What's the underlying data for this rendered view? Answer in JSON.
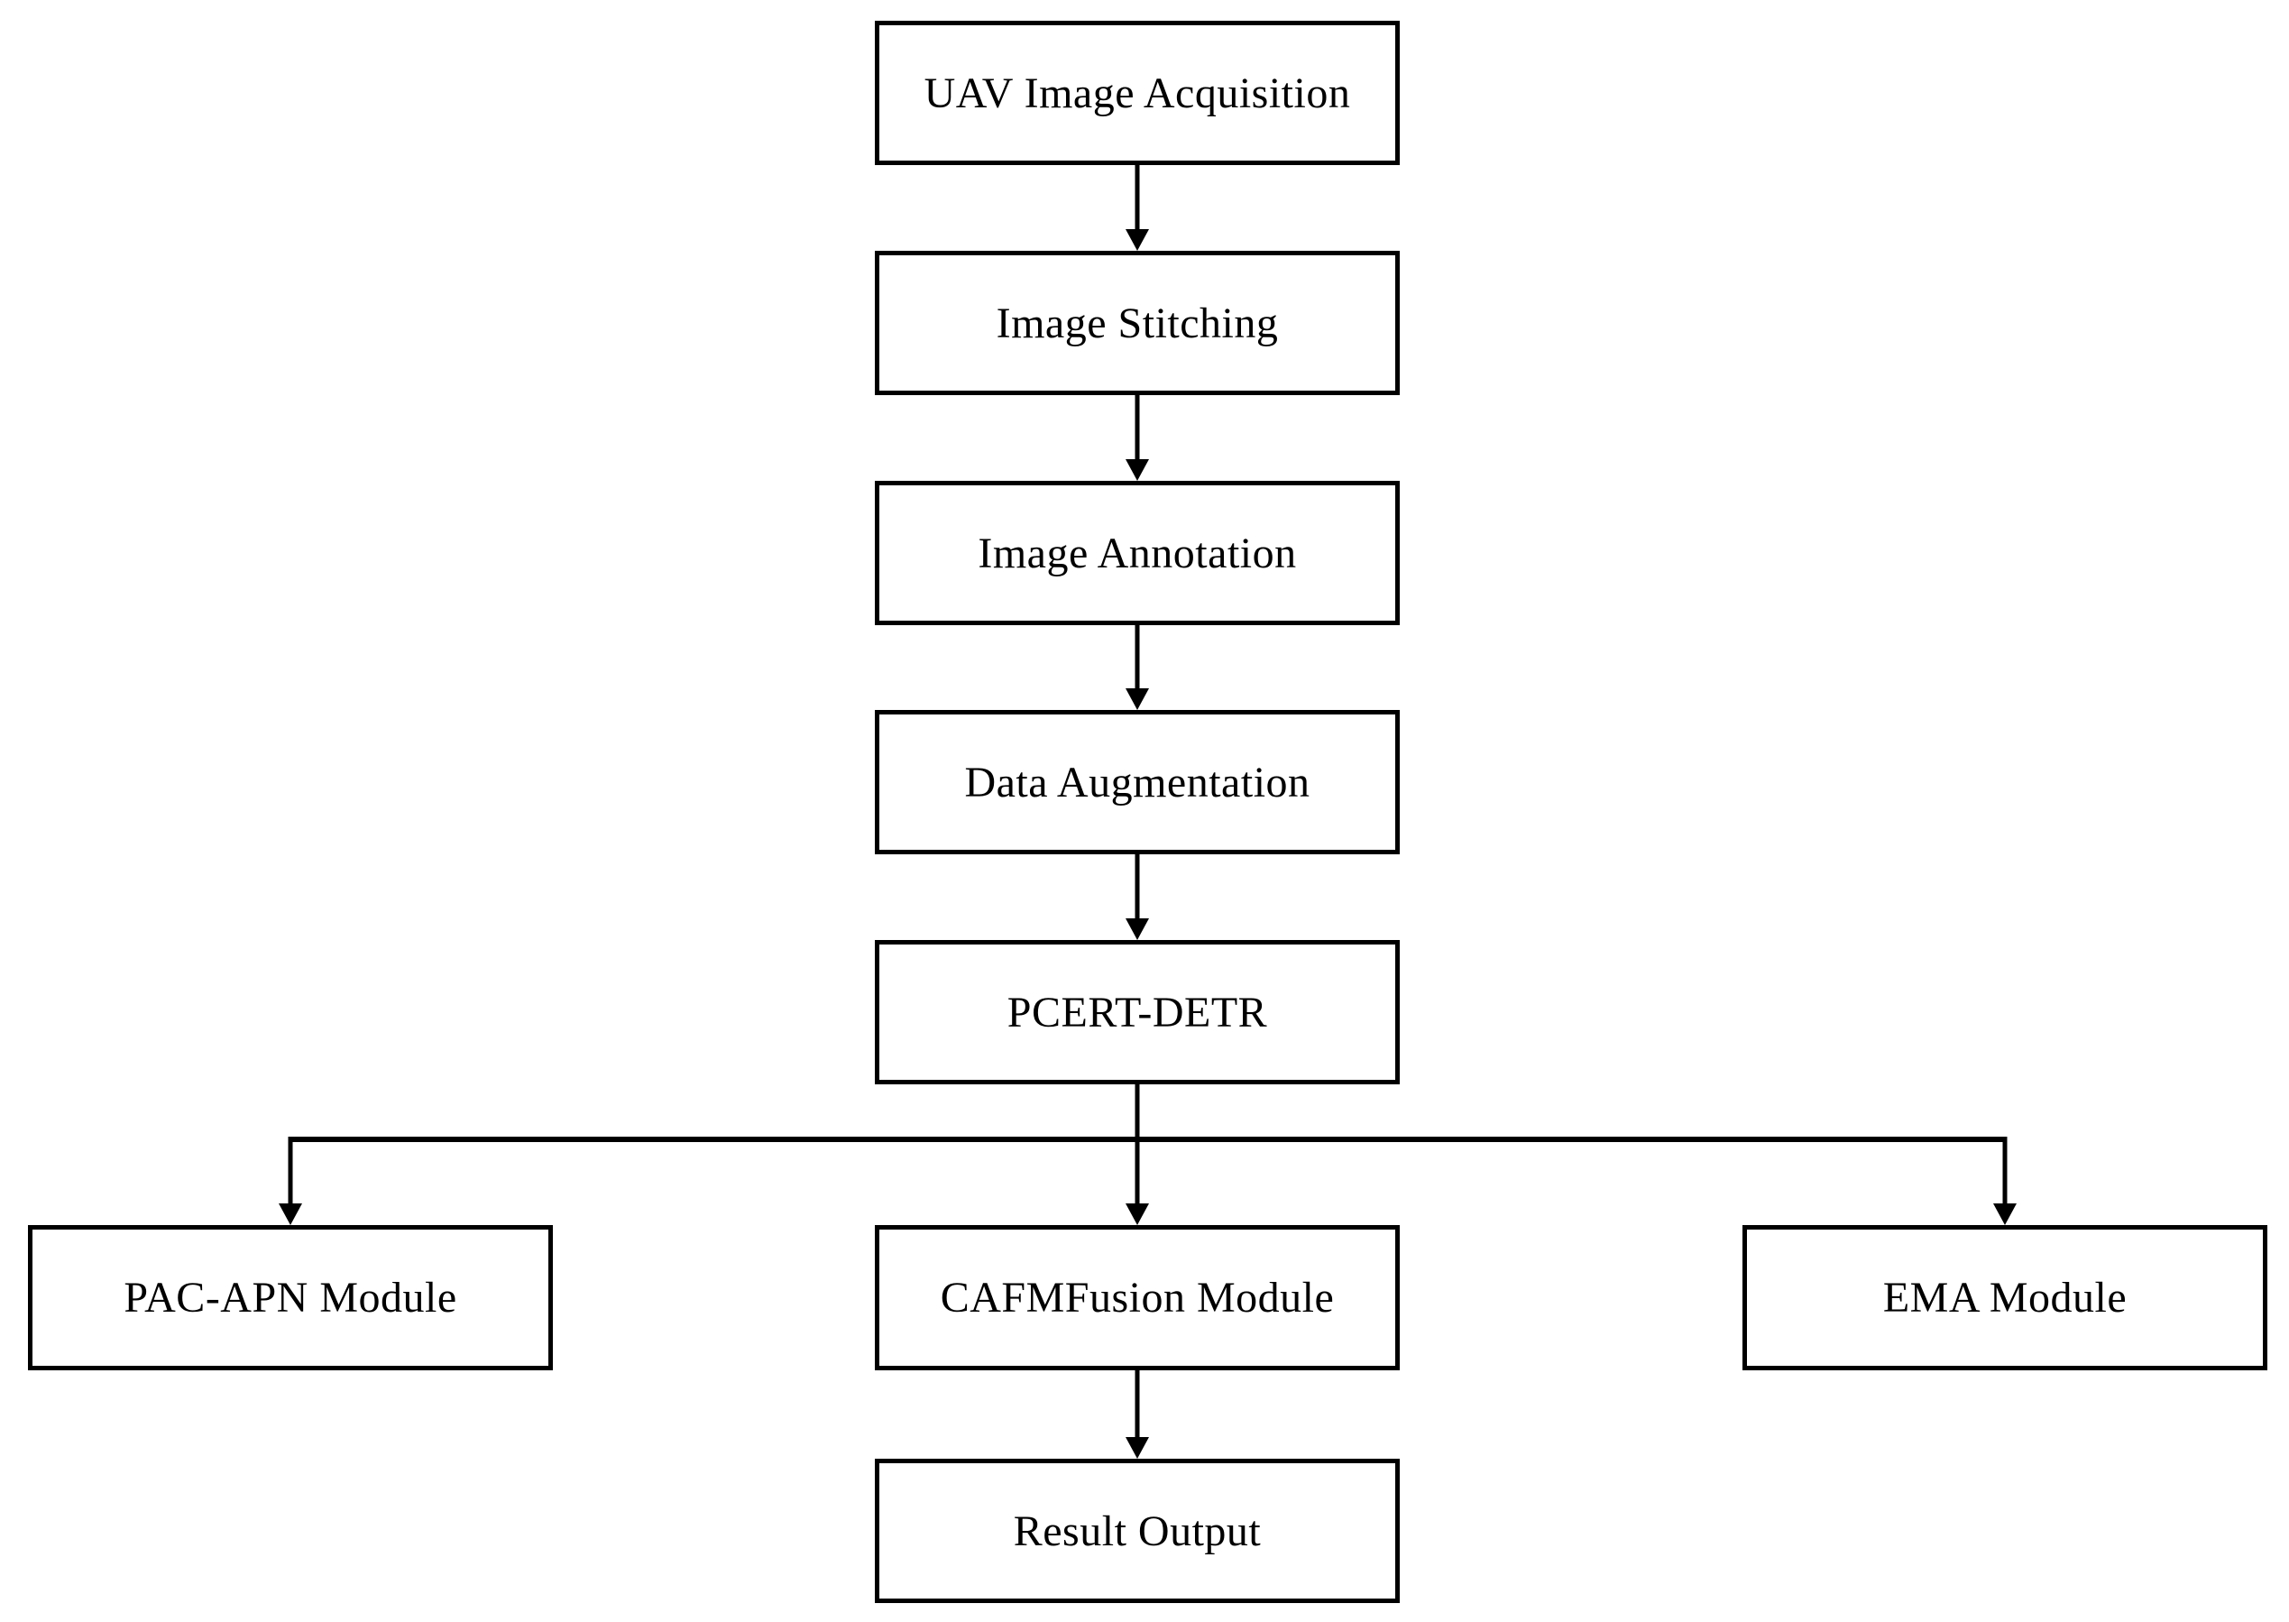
{
  "diagram": {
    "colors": {
      "line": "#000000",
      "box_border": "#000000",
      "box_fill": "#ffffff",
      "background": "#ffffff",
      "text": "#000000"
    },
    "nodes": {
      "uav": {
        "label": "UAV Image Acquisition"
      },
      "stitching": {
        "label": "Image Stitching"
      },
      "annotation": {
        "label": "Image Annotation"
      },
      "augmentation": {
        "label": "Data Augmentation"
      },
      "pcert": {
        "label": "PCERT-DETR"
      },
      "pac_apn": {
        "label": "PAC-APN Module"
      },
      "cafmfusion": {
        "label": "CAFMFusion Module"
      },
      "ema": {
        "label": "EMA Module"
      },
      "result": {
        "label": "Result Output"
      }
    },
    "edges": [
      {
        "from": "uav",
        "to": "stitching"
      },
      {
        "from": "stitching",
        "to": "annotation"
      },
      {
        "from": "annotation",
        "to": "augmentation"
      },
      {
        "from": "augmentation",
        "to": "pcert"
      },
      {
        "from": "pcert",
        "to": "pac_apn"
      },
      {
        "from": "pcert",
        "to": "cafmfusion"
      },
      {
        "from": "pcert",
        "to": "ema"
      },
      {
        "from": "cafmfusion",
        "to": "result"
      }
    ]
  }
}
